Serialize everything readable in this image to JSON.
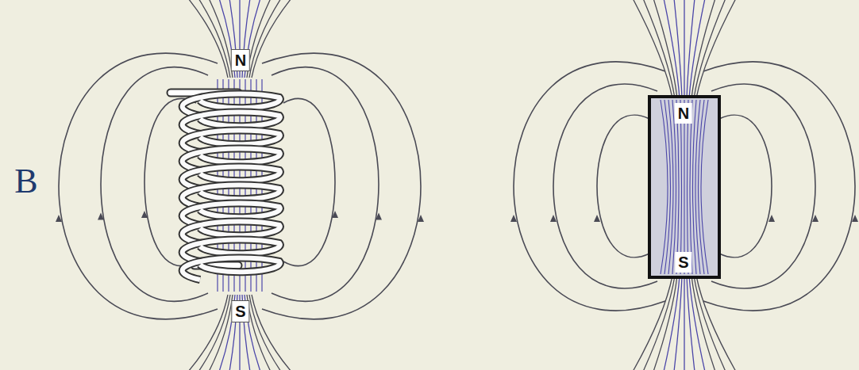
{
  "diagram": {
    "labels": [
      "B",
      "N",
      "S",
      "N",
      "S"
    ]
  }
}
